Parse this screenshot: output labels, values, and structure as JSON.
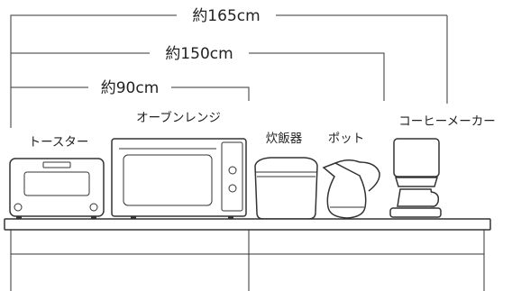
{
  "dimensions": {
    "d165": "約165cm",
    "d150": "約150cm",
    "d90": "約90cm"
  },
  "appliances": {
    "toaster": "トースター",
    "oven": "オーブンレンジ",
    "rice_cooker": "炊飯器",
    "pot": "ポット",
    "coffee_maker": "コーヒーメーカー"
  }
}
